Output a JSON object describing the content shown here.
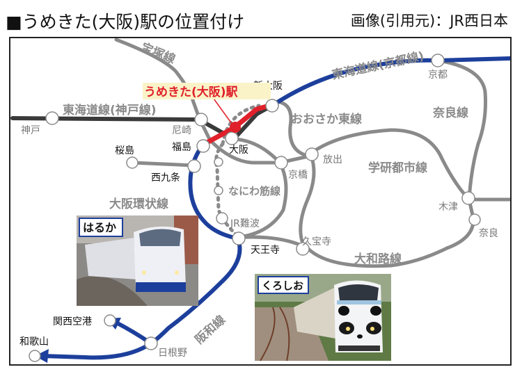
{
  "header": {
    "title": "■うめきた(大阪)駅の位置付け",
    "credit": "画像(引用元)：JR西日本"
  },
  "colors": {
    "blue_line": "#1d3f9c",
    "gray_line": "#8a8a8a",
    "dark_line": "#3a3a3a",
    "red_line": "#e0202a",
    "highlight_bg": "#fbf3c8",
    "station_fill": "#ffffff"
  },
  "highlight": {
    "label": "うめきた(大阪)駅"
  },
  "lines": [
    {
      "name": "東海道線(京都線)"
    },
    {
      "name": "東海道線(神戸線)"
    },
    {
      "name": "宝塚線"
    },
    {
      "name": "おおさか東線"
    },
    {
      "name": "奈良線"
    },
    {
      "name": "学研都市線"
    },
    {
      "name": "大阪環状線"
    },
    {
      "name": "なにわ筋線"
    },
    {
      "name": "大和路線"
    },
    {
      "name": "阪和線"
    }
  ],
  "stations": {
    "kyoto": "京都",
    "shin_osaka": "新大阪",
    "kobe": "神戸",
    "amagasaki": "尼崎",
    "fukushima": "福島",
    "osaka": "大阪",
    "sakurajima": "桜島",
    "nishikujo": "西九条",
    "hanaten": "放出",
    "kyobashi": "京橋",
    "jr_namba": "JR難波",
    "tennoji": "天王寺",
    "kyuhoji": "久宝寺",
    "kizu": "木津",
    "nara": "奈良",
    "kansai_airport": "関西空港",
    "wakayama": "和歌山",
    "hineno": "日根野"
  },
  "photos": [
    {
      "caption": "はるか"
    },
    {
      "caption": "くろしお"
    }
  ]
}
